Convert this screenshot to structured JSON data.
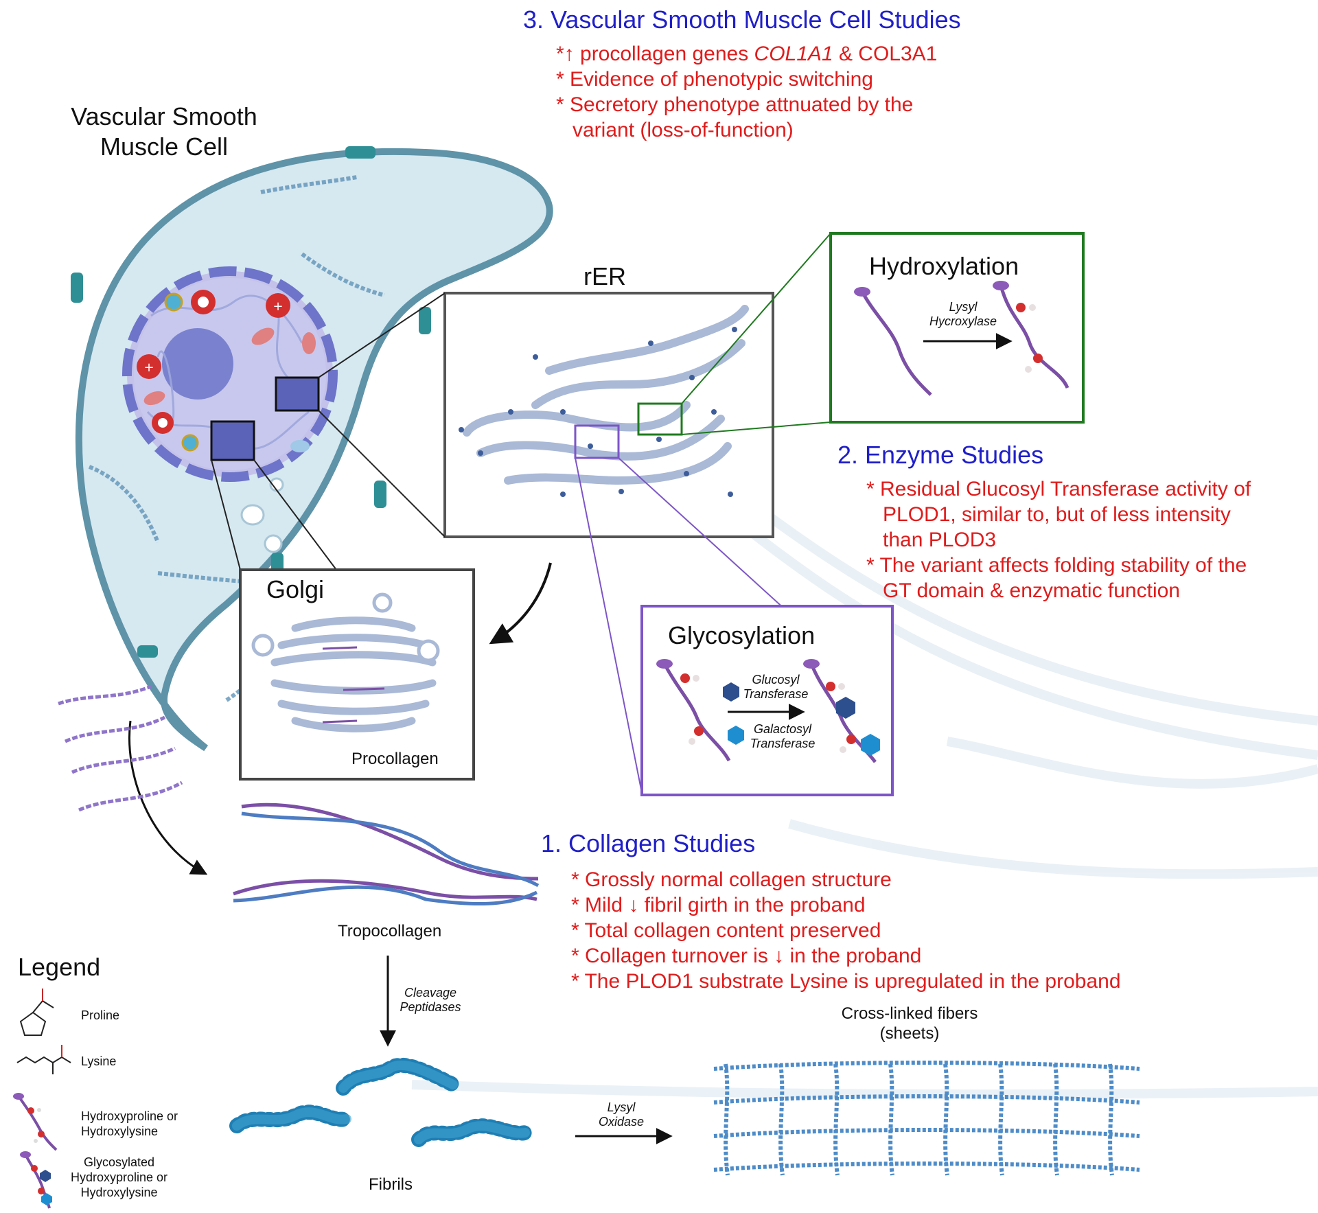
{
  "sections": {
    "vsmc": {
      "title": "3. Vascular Smooth Muscle Cell Studies",
      "f1_pre": "*↑ procollagen genes ",
      "f1_gene1": "COL1A1",
      "f1_post": " & COL3A1",
      "f2": "* Evidence of phenotypic switching",
      "f3a": "* Secretory phenotype attnuated by the",
      "f3b": "variant (loss-of-function)"
    },
    "enzyme": {
      "title": "2. Enzyme Studies",
      "f1a": "* Residual Glucosyl Transferase activity of",
      "f1b": "PLOD1, similar to, but of less intensity",
      "f1c": "than PLOD3",
      "f2a": "* The variant affects folding stability of the",
      "f2b": "GT domain & enzymatic function"
    },
    "collagen": {
      "title": "1. Collagen Studies",
      "findings": [
        "* Grossly normal collagen structure",
        "* Mild ↓ fibril girth in the proband",
        "* Total collagen content preserved",
        "* Collagen turnover is ↓ in the proband",
        "* The PLOD1 substrate Lysine is upregulated in the proband"
      ]
    }
  },
  "cell": {
    "title_line1": "Vascular Smooth",
    "title_line2": "Muscle Cell"
  },
  "rer": {
    "label": "rER"
  },
  "hydroxylation": {
    "title": "Hydroxylation",
    "enzyme_line1": "Lysyl",
    "enzyme_line2": "Hycroxylase"
  },
  "glycosylation": {
    "title": "Glycosylation",
    "enzyme1_line1": "Glucosyl",
    "enzyme1_line2": "Transferase",
    "enzyme2_line1": "Galactosyl",
    "enzyme2_line2": "Transferase"
  },
  "golgi": {
    "title": "Golgi",
    "product": "Procollagen"
  },
  "structures": {
    "tropocollagen": "Tropocollagen",
    "cleavage_line1": "Cleavage",
    "cleavage_line2": "Peptidases",
    "fibrils": "Fibrils",
    "oxidase_line1": "Lysyl",
    "oxidase_line2": "Oxidase",
    "crosslinked_line1": "Cross-linked fibers",
    "crosslinked_line2": "(sheets)"
  },
  "legend": {
    "title": "Legend",
    "proline": "Proline",
    "lysine": "Lysine",
    "hydroxy_line1": "Hydroxyproline or",
    "hydroxy_line2": "Hydroxylysine",
    "glyco_line1": "Glycosylated",
    "glyco_line2": "Hydroxyproline or",
    "glyco_line3": "Hydroxylysine"
  },
  "colors": {
    "section_title": "#1f1fc8",
    "finding_text": "#e01b1b",
    "hydroxylation_border": "#1f7a1f",
    "glycosylation_border": "#7d55c7",
    "cell_fill": "#d6e8f0",
    "cell_membrane": "#5e93a8",
    "collagen": "#7b4fa6",
    "fibril": "#1f7fb4"
  }
}
